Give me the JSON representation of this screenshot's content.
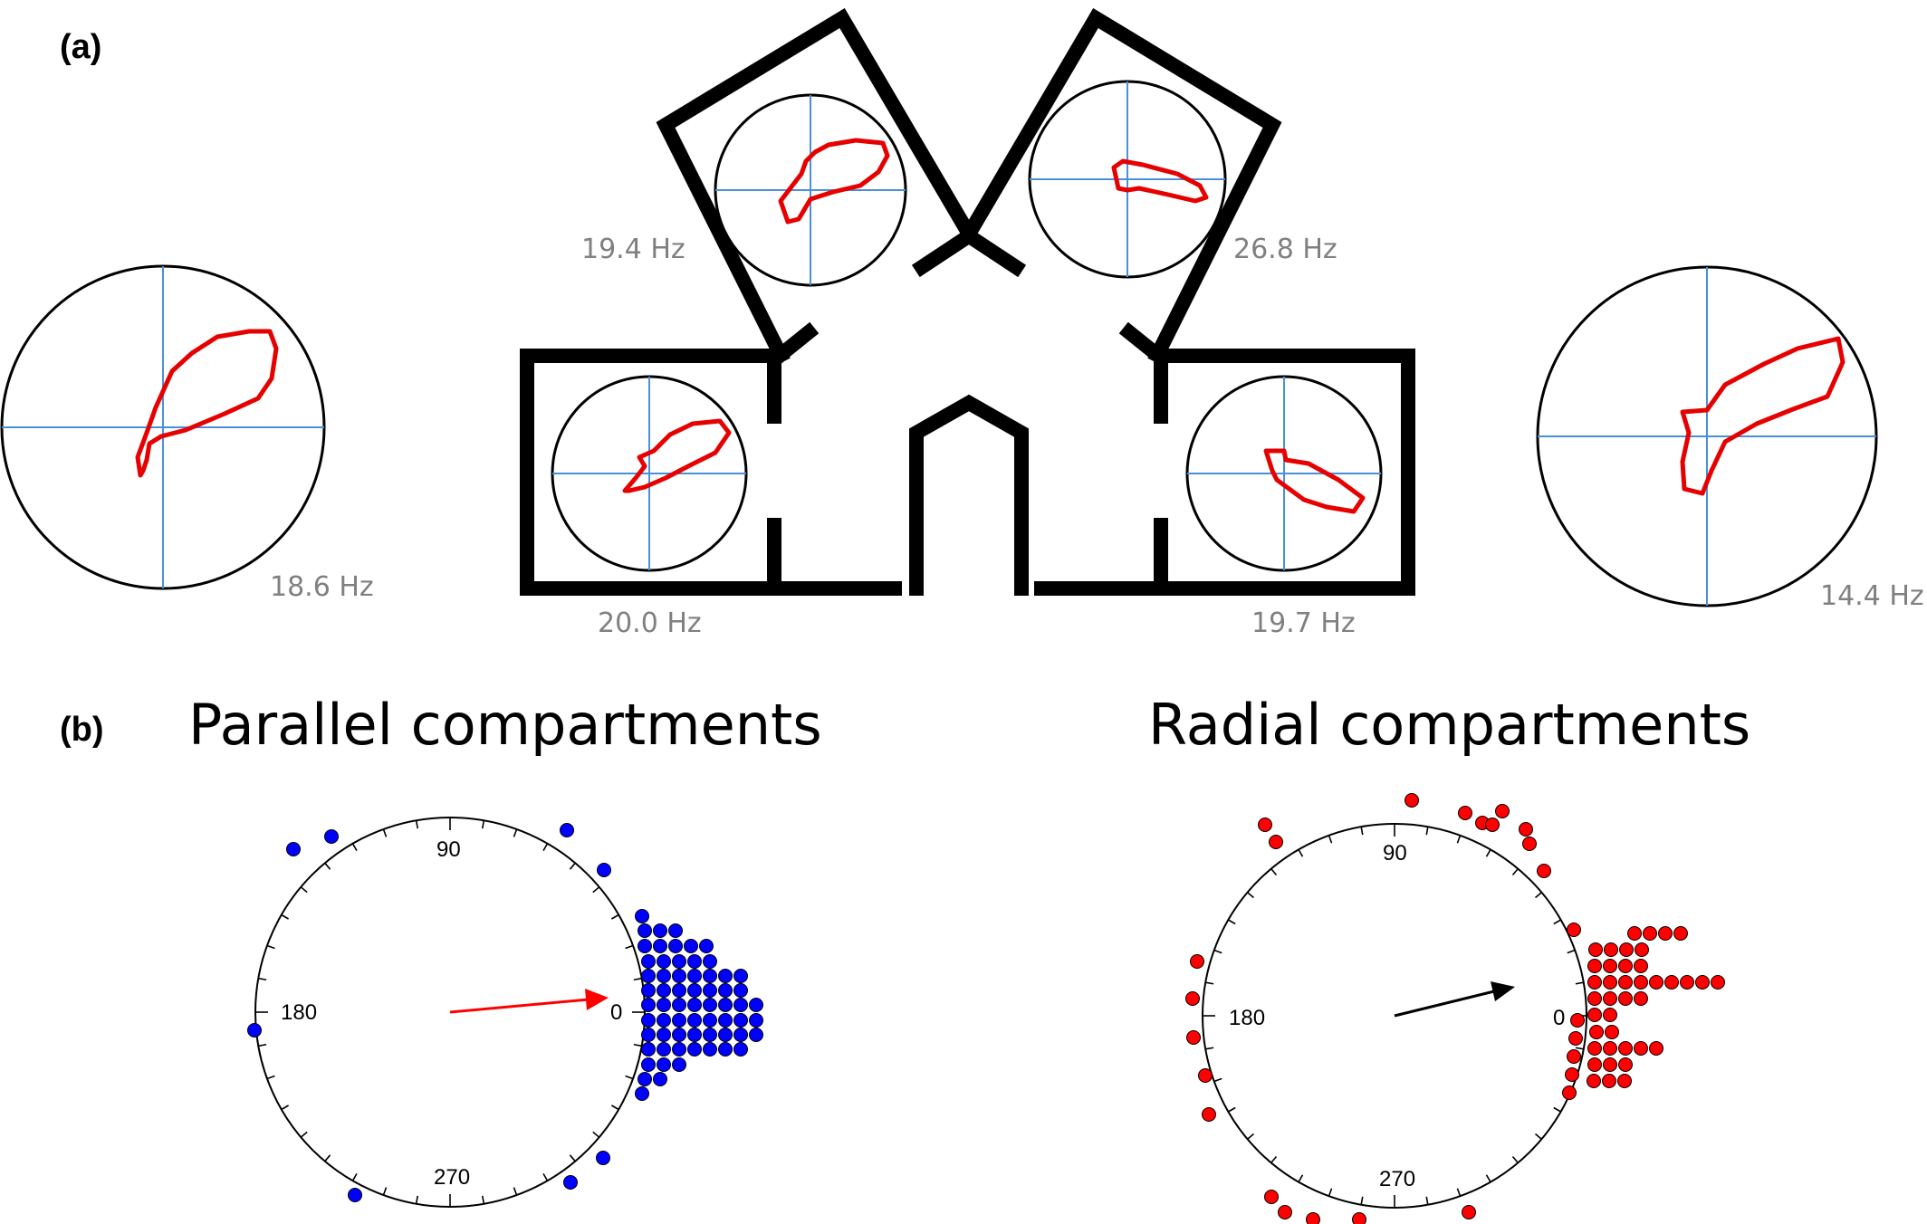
{
  "panel_a": {
    "label": "(a)",
    "frequencies": {
      "outer_left": "18.6 Hz",
      "top_left": "19.4 Hz",
      "top_right": "26.8 Hz",
      "bottom_left": "20.0 Hz",
      "bottom_right": "19.7 Hz",
      "outer_right": "14.4 Hz"
    }
  },
  "panel_b": {
    "label": "(b)",
    "parallel": {
      "title": "Parallel compartments",
      "dot_color": "#0000ff",
      "arrow_color": "#ff0000",
      "tick_labels": [
        "90",
        "180",
        "0",
        "270"
      ]
    },
    "radial": {
      "title": "Radial compartments",
      "dot_color": "#ff0000",
      "arrow_color": "#000000",
      "tick_labels": [
        "90",
        "180",
        "0",
        "270"
      ]
    }
  },
  "colors": {
    "field_trace": "#e60000",
    "polar_axes": "#4a90d9",
    "frequency_text": "#808080",
    "walls": "#000000"
  }
}
